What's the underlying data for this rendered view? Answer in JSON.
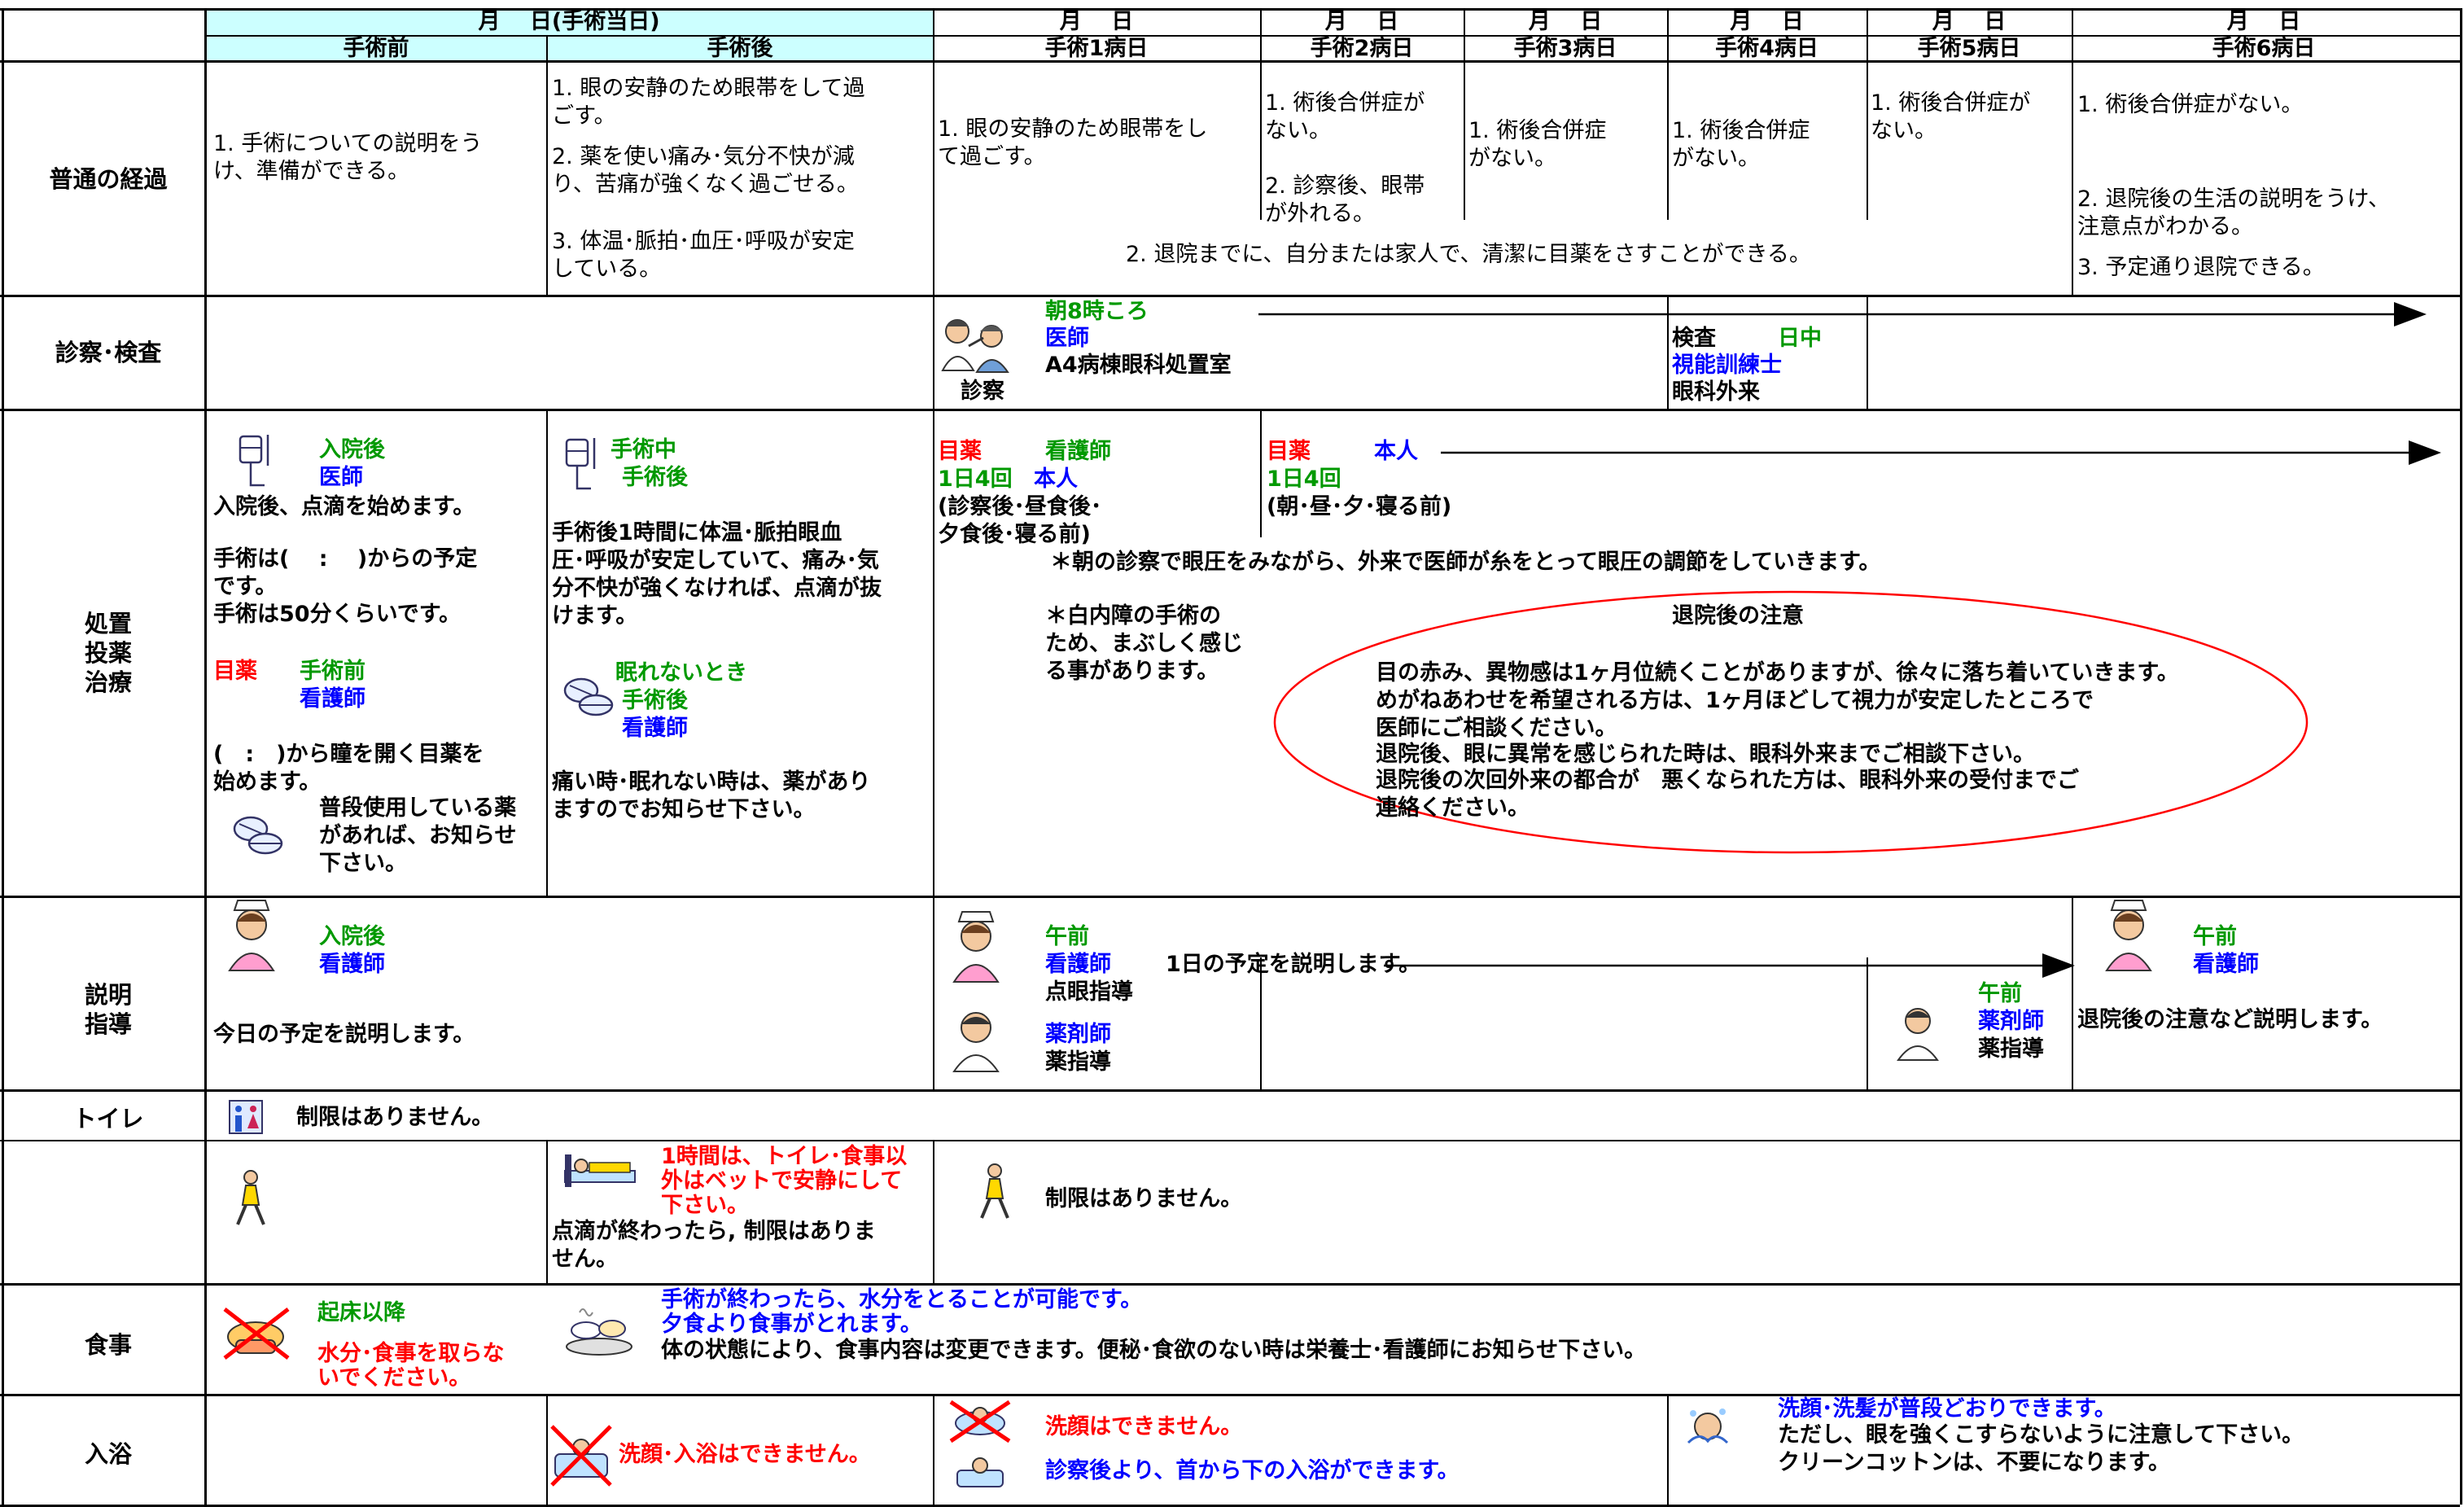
{
  "top_title": "",
  "header": {
    "day0": "月　 日(手術当日)",
    "pre": "手術前",
    "post": "手術後",
    "md": "月　 日",
    "d1": "手術1病日",
    "d2": "手術2病日",
    "d3": "手術3病日",
    "d4": "手術4病日",
    "d5": "手術5病日",
    "d6": "手術6病日"
  },
  "rows": {
    "course": "普通の経過",
    "exam": "診察･検査",
    "treat1": "処置",
    "treat2": "投薬",
    "treat3": "治療",
    "explain1": "説明",
    "explain2": "指導",
    "toilet": "トイレ",
    "meal": "食事",
    "bath": "入浴"
  },
  "course": {
    "pre_1": "1. 手術についての説明をう",
    "pre_2": "け、準備ができる。",
    "post_1": "1. 眼の安静のため眼帯をして過",
    "post_2": "ごす。",
    "post_3": "2. 薬を使い痛み･気分不快が減",
    "post_4": "り、苦痛が強くなく過ごせる。",
    "post_5": "3. 体温･脈拍･血圧･呼吸が安定",
    "post_6": "している。",
    "d1_1": "1. 眼の安静のため眼帯をし",
    "d1_2": "て過ごす。",
    "d2_1": "1. 術後合併症が",
    "d2_2": "ない。",
    "d2_3": "2. 診察後、眼帯",
    "d2_4": "が外れる。",
    "d3_1": "1. 術後合併症",
    "d3_2": "がない。",
    "d4_1": "1. 術後合併症",
    "d4_2": "がない。",
    "d5_1": "1. 術後合併症が",
    "d5_2": "ない。",
    "d6_1": "1. 術後合併症がない。",
    "d6_2": "2. 退院後の生活の説明をうけ、",
    "d6_3": "注意点がわかる。",
    "d6_4": "3. 予定通り退院できる。",
    "span": "2. 退院までに、自分または家人で、清潔に目薬をさすことができる。"
  },
  "exam": {
    "time": "朝8時ころ",
    "doctor": "医師",
    "place": "A4病棟眼科処置室",
    "icon_label": "診察",
    "test": "検査",
    "daytime": "日中",
    "orthoptist": "視能訓練士",
    "clinic": "眼科外来"
  },
  "treat": {
    "pre_after_adm": "入院後",
    "pre_doctor": "医師",
    "pre_iv": "入院後、点滴を始めます。",
    "pre_sched_1": "手術は(　 :　 )からの予定",
    "pre_sched_2": "です。",
    "pre_dur": "手術は50分くらいです。",
    "pre_drops": "目薬",
    "pre_drops_when": "手術前",
    "pre_nurse": "看護師",
    "pre_dil_1": "(　:　)から瞳を開く目薬を",
    "pre_dil_2": "始めます。",
    "pre_med_1": "普段使用している薬",
    "pre_med_2": "があれば、お知らせ",
    "pre_med_3": "下さい。",
    "post_during": "手術中",
    "post_after": "手術後",
    "post_iv_1": "手術後1時間に体温･脈拍眼血",
    "post_iv_2": "圧･呼吸が安定していて、痛み･気",
    "post_iv_3": "分不快が強くなければ、点滴が抜",
    "post_iv_4": "けます。",
    "post_sleep": "眠れないとき",
    "post_after2": "手術後",
    "post_nurse": "看護師",
    "post_pain_1": "痛い時･眠れない時は、薬があり",
    "post_pain_2": "ますのでお知らせ下さい。",
    "d1_drops": "目薬",
    "d1_nurse": "看護師",
    "d1_freq": "1日4回",
    "d1_self": "本人",
    "d1_when_1": "(診察後･昼食後･",
    "d1_when_2": "夕食後･寝る前)",
    "d2_drops": "目薬",
    "d2_self": "本人",
    "d2_freq": "1日4回",
    "d2_when": "(朝･昼･夕･寝る前)",
    "note_iop": "＊朝の診察で眼圧をみながら、外来で医師が糸をとって眼圧の調節をしていきます。",
    "note_cat_1": "＊白内障の手術の",
    "note_cat_2": "ため、まぶしく感じ",
    "note_cat_3": "る事があります。",
    "disch_title": "退院後の注意",
    "disch_1": "目の赤み、異物感は1ヶ月位続くことがありますが、徐々に落ち着いていきます。",
    "disch_2": "めがねあわせを希望される方は、1ヶ月ほどして視力が安定したところで",
    "disch_3": "医師にご相談ください。",
    "disch_4": "退院後、眼に異常を感じられた時は、眼科外来までご相談下さい。",
    "disch_5": "退院後の次回外来の都合が　悪くなられた方は、眼科外来の受付までご",
    "disch_6": "連絡ください。"
  },
  "explain": {
    "pre_after_adm": "入院後",
    "pre_nurse": "看護師",
    "pre_today": "今日の予定を説明します。",
    "d1_am": "午前",
    "d1_nurse": "看護師",
    "d1_plan": "1日の予定を説明します。",
    "d1_drops": "点眼指導",
    "d1_pharm": "薬剤師",
    "d1_med": "薬指導",
    "d5_am": "午前",
    "d5_pharm": "薬剤師",
    "d5_med": "薬指導",
    "d6_am": "午前",
    "d6_nurse": "看護師",
    "d6_text": "退院後の注意など説明します。"
  },
  "toilet": {
    "text": "制限はありません。"
  },
  "activity": {
    "post_1": "1時間は、トイレ･食事以",
    "post_2": "外はベットで安静にして",
    "post_3": "下さい。",
    "post_4": "点滴が終わったら, 制限はありま",
    "post_5": "せん。",
    "d1": "制限はありません。"
  },
  "meal": {
    "pre_after_wake": "起床以降",
    "pre_no_1": "水分･食事を取らな",
    "pre_no_2": "いでください。",
    "post_1": "手術が終わったら、水分をとることが可能です。",
    "post_2": "夕食より食事がとれます。",
    "post_3": "体の状態により、食事内容は変更できます。便秘･食欲のない時は栄養士･看護師にお知らせ下さい。"
  },
  "bath": {
    "post": "洗顔･入浴はできません。",
    "d1_1": "洗顔はできません。",
    "d1_2": "診察後より、首から下の入浴ができます。",
    "d4_1": "洗顔･洗髪が普段どおりできます。",
    "d4_2": "ただし、眼を強くこすらないように注意して下さい。",
    "d4_3": "クリーンコットンは、不要になります。"
  },
  "colors": {
    "header_bg": "#ccffff",
    "ellipse": "#ff0000",
    "blue": "#0000ff",
    "green": "#009900",
    "red": "#ff0000"
  }
}
